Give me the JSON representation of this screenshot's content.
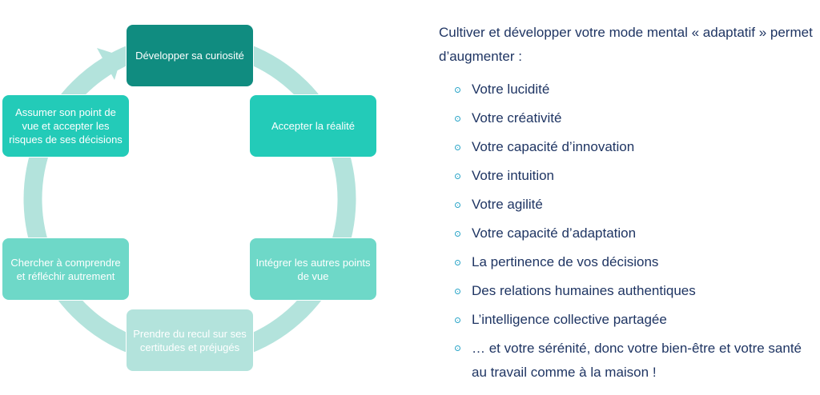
{
  "diagram": {
    "type": "cycle",
    "ring_color": "#b3e3dc",
    "steps": [
      {
        "label": "Développer sa curiosité",
        "color": "#108c80"
      },
      {
        "label": "Accepter la réalité",
        "color": "#23cbb8"
      },
      {
        "label": "Intégrer les autres points de vue",
        "color": "#6ed8c8"
      },
      {
        "label": "Prendre du recul sur ses certitudes et préjugés",
        "color": "#b3e3dc"
      },
      {
        "label": "Chercher à comprendre et réfléchir autrement",
        "color": "#6ed8c8"
      },
      {
        "label": "Assumer son point de vue et accepter les risques de ses décisions",
        "color": "#23cbb8"
      }
    ]
  },
  "text": {
    "intro": "Cultiver et développer votre mode mental « adaptatif » permet d’augmenter :",
    "bullet_icon": "circle-dot-icon",
    "bullet_color": "#2aa5c8",
    "text_color": "#1f3563",
    "items": [
      "Votre lucidité",
      "Votre créativité",
      "Votre capacité d’innovation",
      "Votre intuition",
      "Votre agilité",
      "Votre capacité d’adaptation",
      "La pertinence de vos décisions",
      "Des relations humaines authentiques",
      "L’intelligence collective partagée",
      "… et votre sérénité, donc votre bien-être et votre santé au travail comme à la maison !"
    ]
  }
}
